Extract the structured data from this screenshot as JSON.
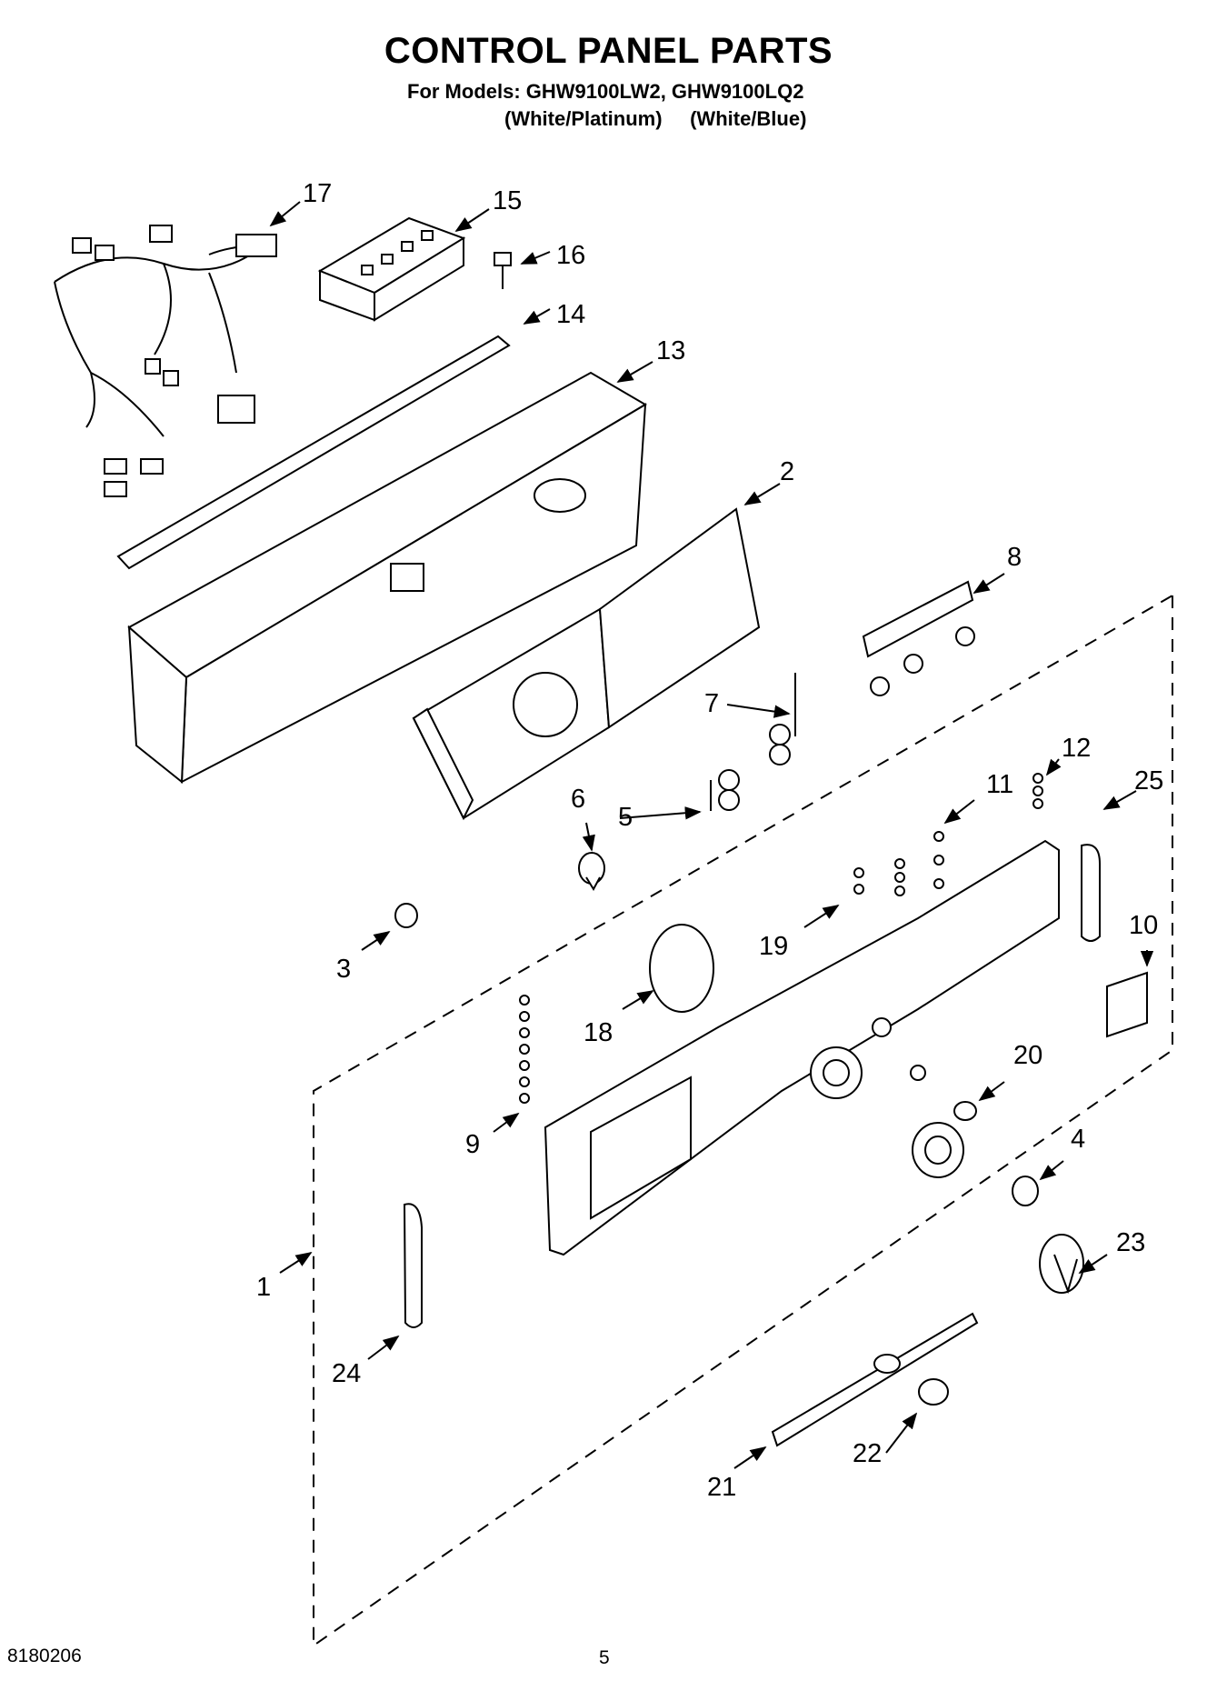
{
  "header": {
    "title": "CONTROL PANEL PARTS",
    "models_line": "For Models: GHW9100LW2, GHW9100LQ2",
    "colors_line": "(White/Platinum)     (White/Blue)"
  },
  "footer": {
    "doc_number": "8180206",
    "page_number": "5"
  },
  "callouts": [
    "1",
    "2",
    "3",
    "4",
    "5",
    "6",
    "7",
    "8",
    "9",
    "10",
    "11",
    "12",
    "13",
    "14",
    "15",
    "16",
    "17",
    "18",
    "19",
    "20",
    "21",
    "22",
    "23",
    "24",
    "25"
  ]
}
